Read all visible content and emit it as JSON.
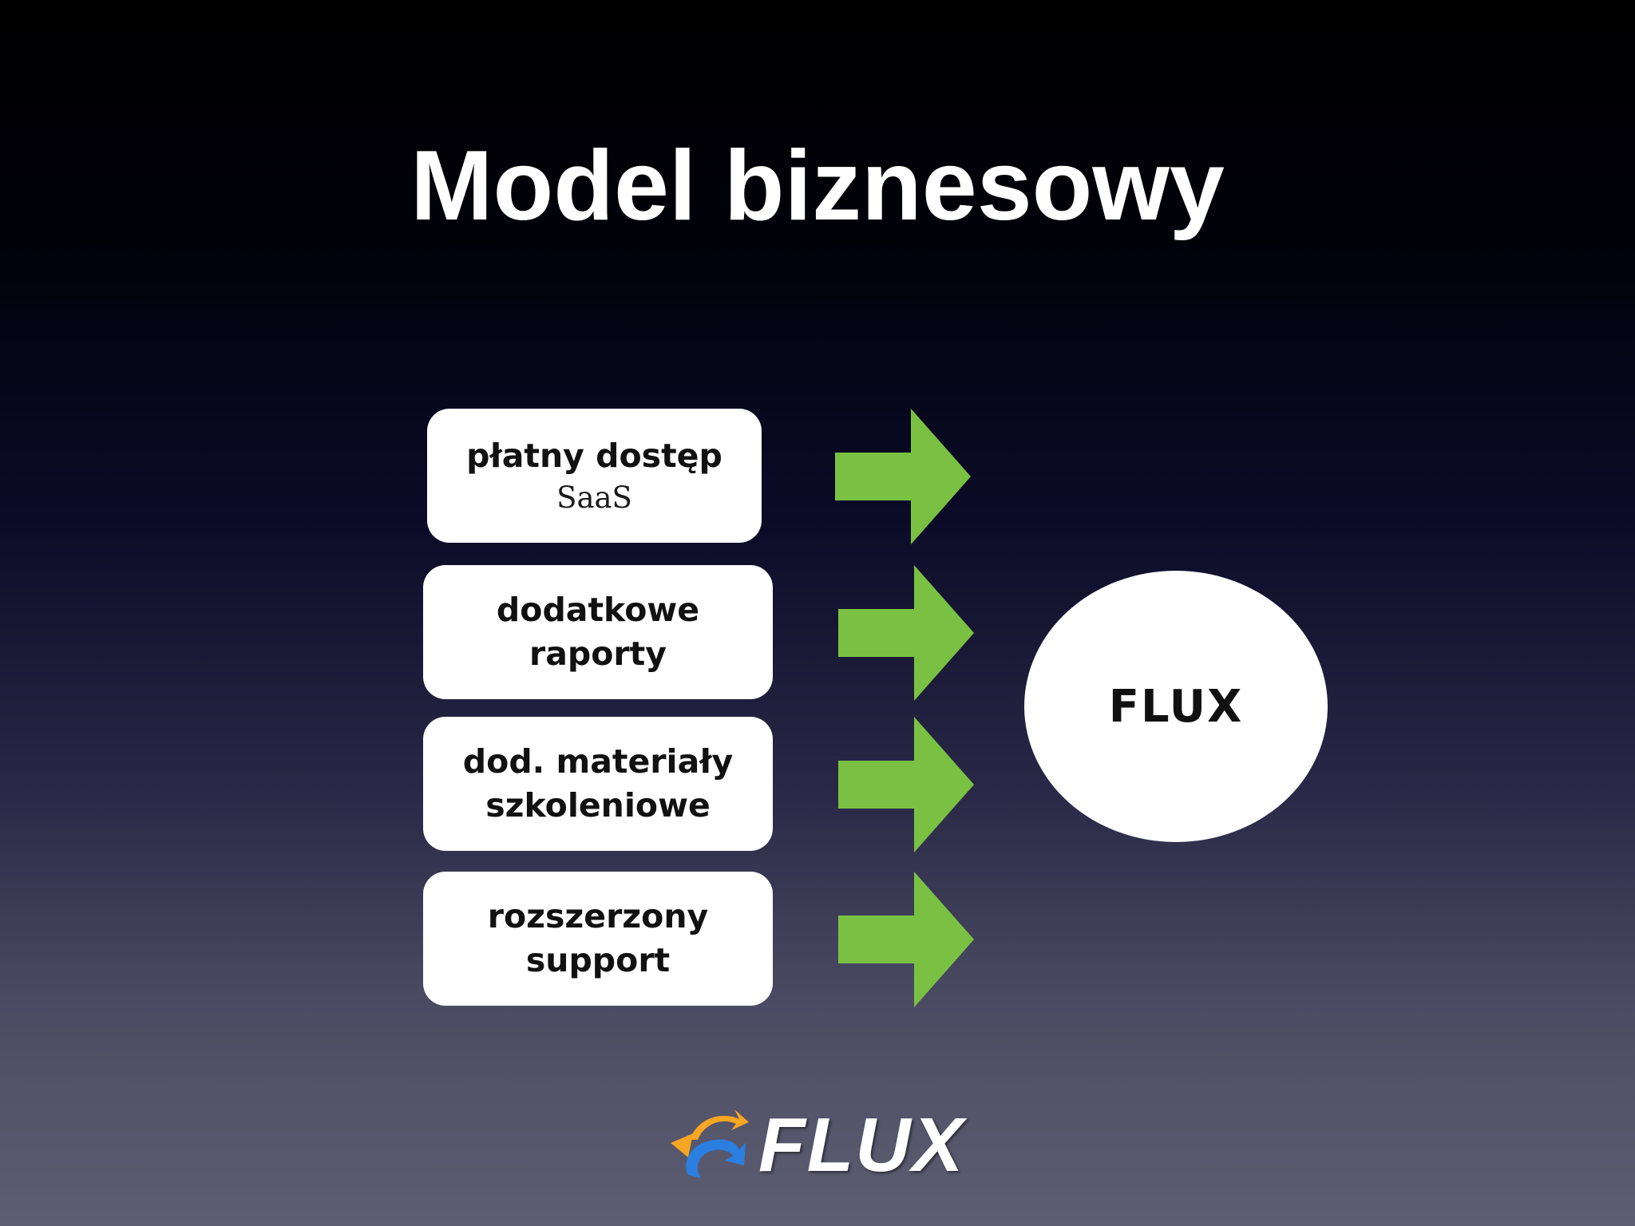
{
  "slide": {
    "title": "Model biznesowy"
  },
  "diagram": {
    "sources": [
      {
        "label": "płatny dostęp",
        "sublabel": "SaaS"
      },
      {
        "label_line1": "dodatkowe",
        "label_line2": "raporty"
      },
      {
        "label_line1": "dod. materiały",
        "label_line2": "szkoleniowe"
      },
      {
        "label_line1": "rozszerzony",
        "label_line2": "support"
      }
    ],
    "target": {
      "label": "FLUX"
    },
    "arrow_color": "#7ac143",
    "arrow_icon": "right-arrow-icon"
  },
  "logo": {
    "text": "FLUX",
    "mark_icon": "flux-swirl-logo",
    "colors": {
      "orange": "#f5a623",
      "blue": "#2a7fe0"
    }
  }
}
